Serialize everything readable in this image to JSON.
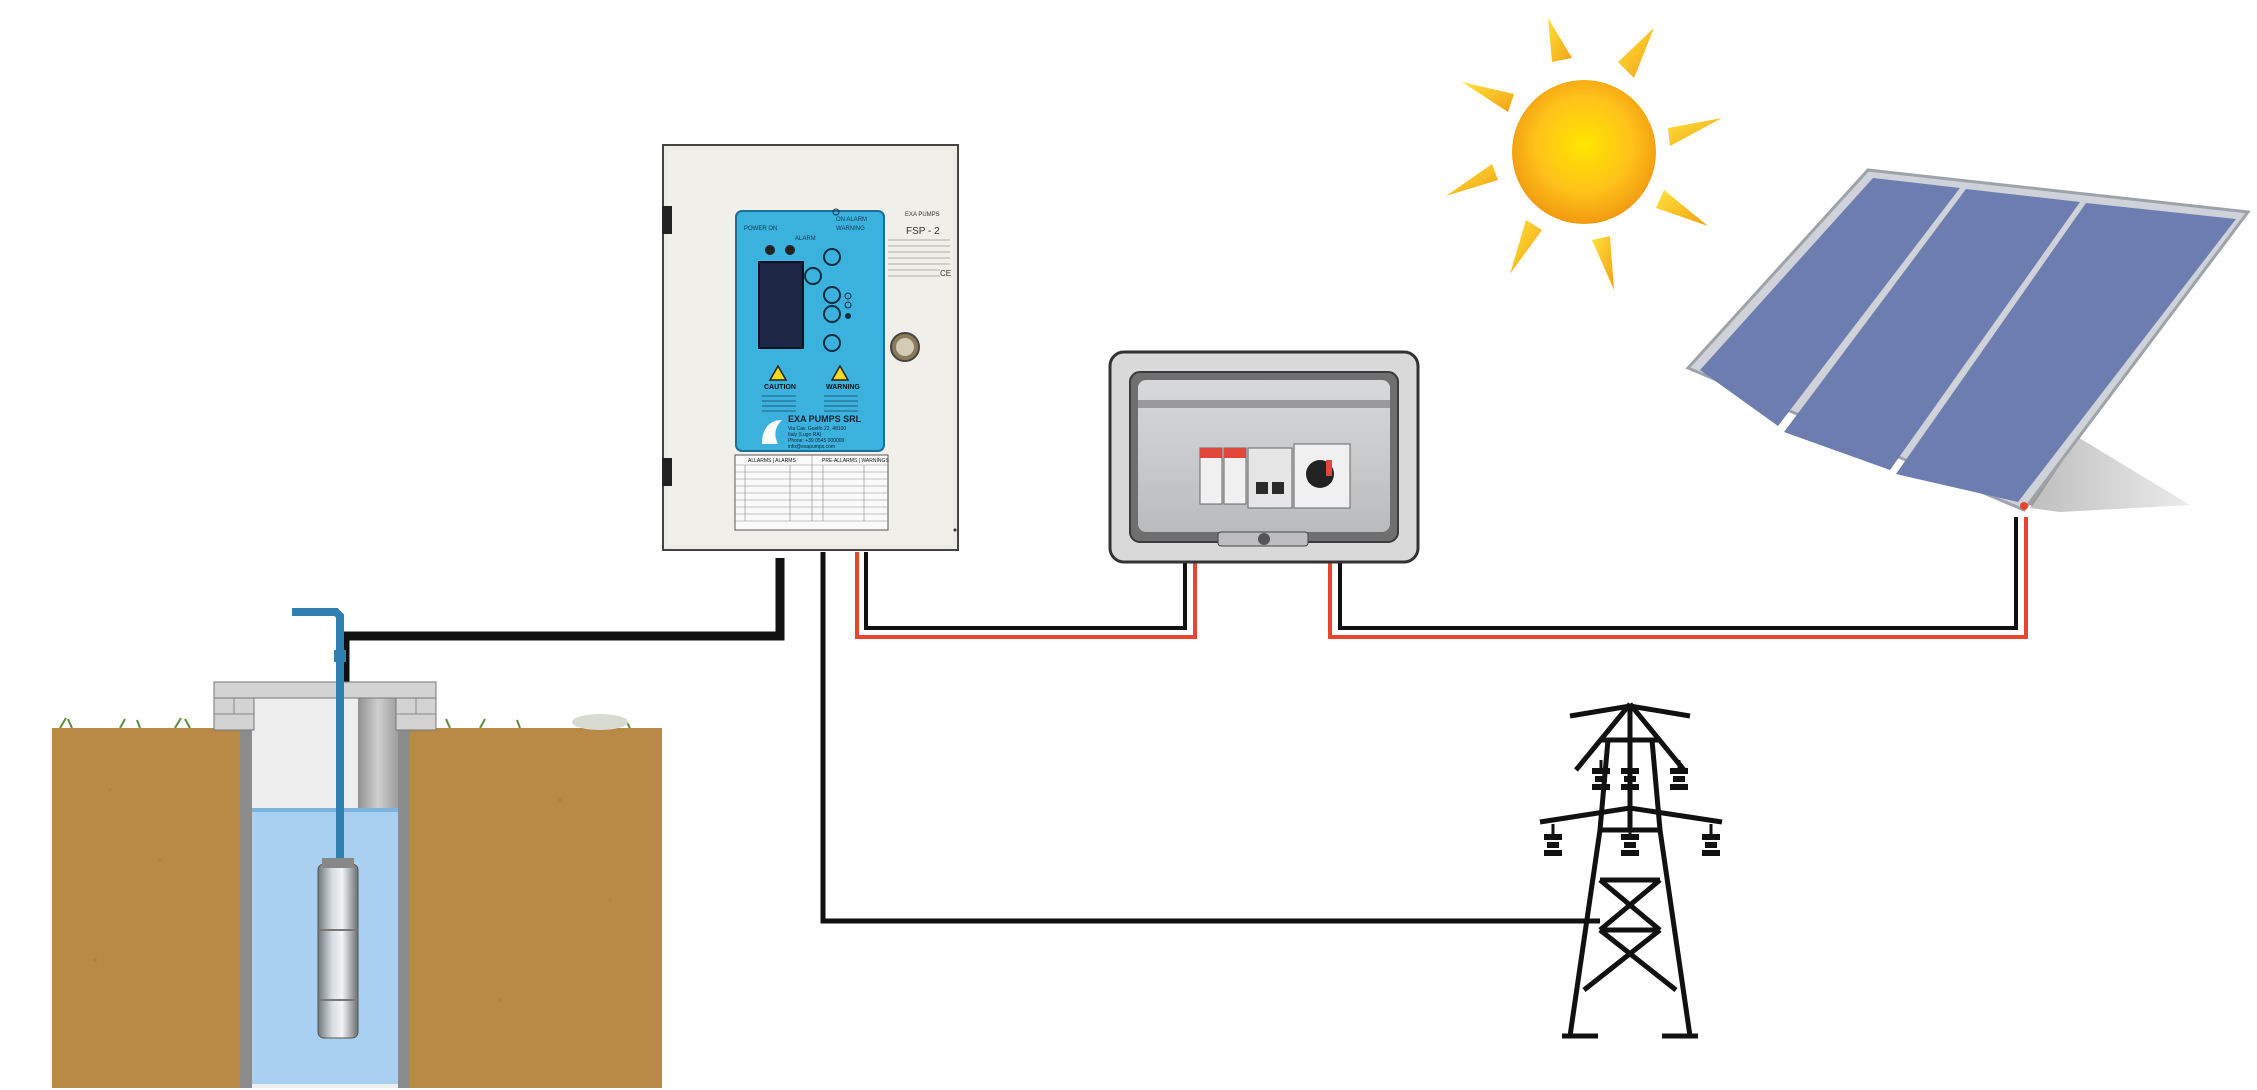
{
  "colors": {
    "background": "#ffffff",
    "wire_black": "#111111",
    "wire_red": "#e8442e",
    "soil": "#b98a45",
    "water": "#a9d0f0",
    "panel_blue": "#6e7db0",
    "panel_frame": "#d9dde3",
    "sun_core": "#ffc21a",
    "sun_ray": "#ffc21a",
    "controller_body": "#eeeae3",
    "controller_panel": "#3bb2de"
  },
  "icons": {
    "sun": "sun-icon",
    "solar_panel": "solar-panel-icon",
    "pylon": "power-pylon-icon",
    "pump": "submersible-pump-icon",
    "well": "well-icon",
    "controller": "pump-controller-icon",
    "junction_box": "dc-junction-box-icon"
  },
  "controller": {
    "brand_top": "EXA PUMPS",
    "model": "FSP - 2",
    "status_on_alarm": "ON ALARM",
    "status_warning": "WARNING",
    "power_on": "POWER ON",
    "alarm": "ALARM",
    "caution_title": "CAUTION",
    "warning_title": "WARNING",
    "company": "EXA PUMPS SRL",
    "company_line1": "Via Cav. Guelfo 22, 48100",
    "company_line2": "Italy (Lugo RA)",
    "company_line3": "Phone: +39 0545 000000",
    "company_line4": "info@exapumps.com",
    "table_alarms": "ALLARMS | ALARMS",
    "table_prealarms": "PRE-ALLARMS | WARNINGS"
  }
}
